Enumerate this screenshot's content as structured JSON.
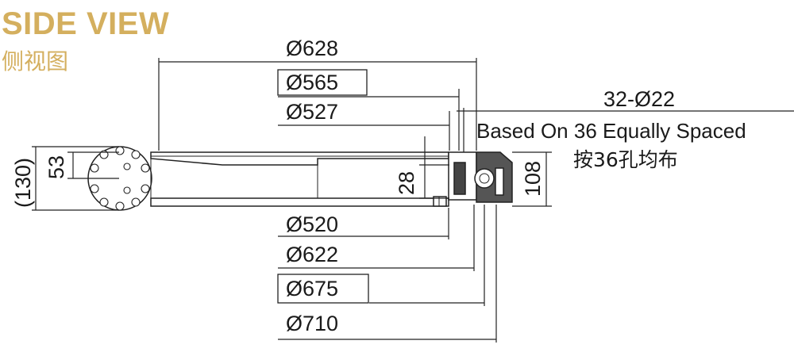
{
  "header": {
    "title": "SIDE VIEW",
    "subtitle": "侧视图",
    "accent_color": "#D4AF5E"
  },
  "dimensions": {
    "d628": "Ø628",
    "d565": "Ø565",
    "d527": "Ø527",
    "d520": "Ø520",
    "d622": "Ø622",
    "d675": "Ø675",
    "d710": "Ø710",
    "h130": "(130)",
    "h53": "53",
    "h28": "28",
    "h108": "108"
  },
  "holes": {
    "spec": "32-Ø22",
    "note_en": "Based On 36 Equally Spaced",
    "note_cn": "按36孔均布"
  }
}
